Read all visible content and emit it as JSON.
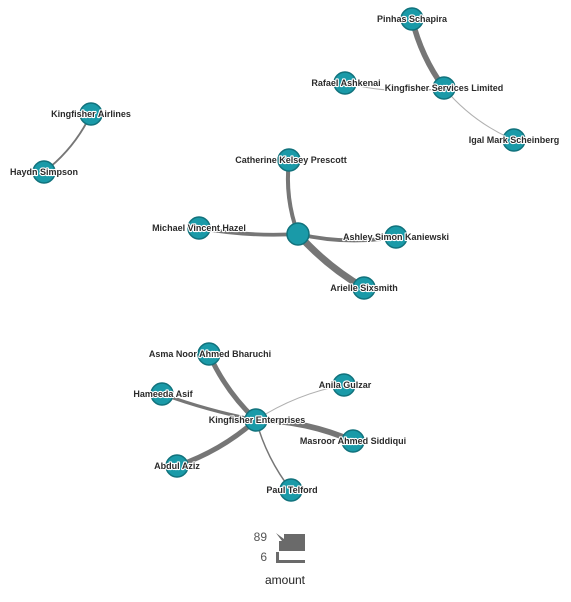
{
  "nodes": [
    {
      "id": "pinhas",
      "label": "Pinhas Schapira"
    },
    {
      "id": "rafael",
      "label": "Rafael Ashkenai"
    },
    {
      "id": "ksl",
      "label": "Kingfisher Services Limited"
    },
    {
      "id": "igal",
      "label": "Igal Mark Scheinberg"
    },
    {
      "id": "kairlines",
      "label": "Kingfisher Airlines"
    },
    {
      "id": "haydn",
      "label": "Haydn Simpson"
    },
    {
      "id": "catherine",
      "label": "Catherine Kelsey Prescott"
    },
    {
      "id": "michael",
      "label": "Michael Vincent Hazel"
    },
    {
      "id": "hub",
      "label": ""
    },
    {
      "id": "ashley",
      "label": "Ashley Simon Kaniewski"
    },
    {
      "id": "arielle",
      "label": "Arielle Sixsmith"
    },
    {
      "id": "asma",
      "label": "Asma Noor Ahmed Bharuchi"
    },
    {
      "id": "anila",
      "label": "Anila Gulzar"
    },
    {
      "id": "hameeda",
      "label": "Hameeda Asif"
    },
    {
      "id": "kent",
      "label": "Kingfisher Enterprises"
    },
    {
      "id": "masroor",
      "label": "Masroor Ahmed Siddiqui"
    },
    {
      "id": "abdul",
      "label": "Abdul Aziz"
    },
    {
      "id": "paul",
      "label": "Paul Telford"
    }
  ],
  "edges": [
    {
      "source": "pinhas",
      "target": "ksl",
      "amount": 70
    },
    {
      "source": "rafael",
      "target": "ksl",
      "amount": 8
    },
    {
      "source": "igal",
      "target": "ksl",
      "amount": 6
    },
    {
      "source": "kairlines",
      "target": "haydn",
      "amount": 18
    },
    {
      "source": "catherine",
      "target": "hub",
      "amount": 48
    },
    {
      "source": "michael",
      "target": "hub",
      "amount": 45
    },
    {
      "source": "ashley",
      "target": "hub",
      "amount": 45
    },
    {
      "source": "arielle",
      "target": "hub",
      "amount": 89
    },
    {
      "source": "asma",
      "target": "kent",
      "amount": 62
    },
    {
      "source": "anila",
      "target": "kent",
      "amount": 6
    },
    {
      "source": "hameeda",
      "target": "kent",
      "amount": 38
    },
    {
      "source": "masroor",
      "target": "kent",
      "amount": 70
    },
    {
      "source": "abdul",
      "target": "kent",
      "amount": 62
    },
    {
      "source": "paul",
      "target": "kent",
      "amount": 12
    }
  ],
  "legend": {
    "title": "amount",
    "max_label": "89",
    "min_label": "6",
    "max": 89,
    "min": 6
  },
  "colors": {
    "node_fill": "#1a9aa8",
    "node_stroke": "#11727c",
    "edge": "#6f6f6f"
  }
}
